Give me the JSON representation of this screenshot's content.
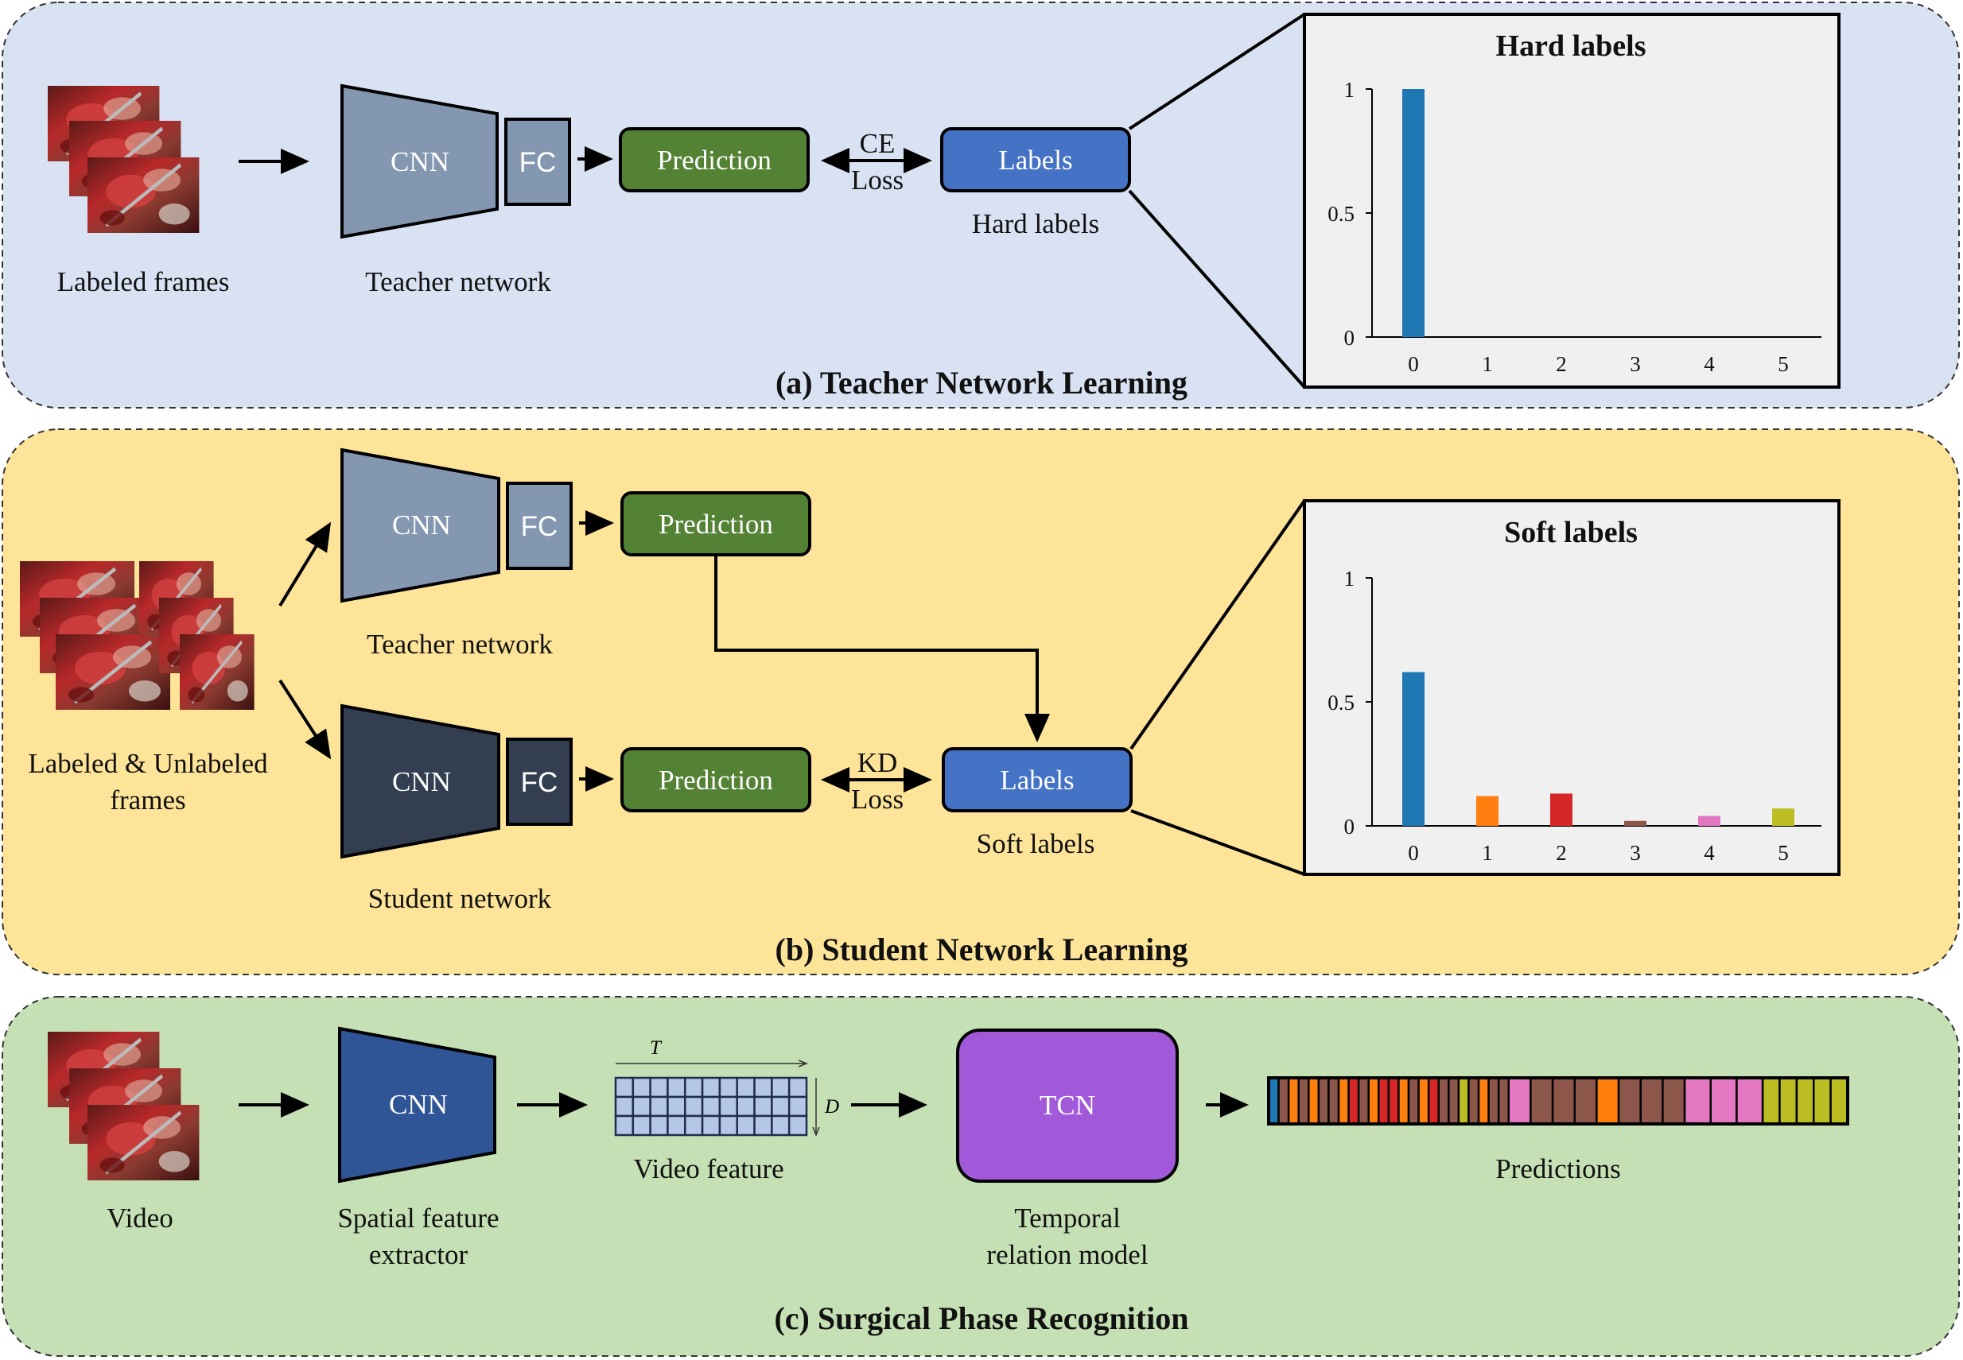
{
  "colors": {
    "panel_a": "#d9e2f3",
    "panel_b": "#fde499",
    "panel_c": "#c5e0b4",
    "teacher_cnn": "#8497b0",
    "student_cnn": "#333f50",
    "spatial_cnn": "#2f5597",
    "prediction": "#548235",
    "labels": "#4472c4",
    "tcn": "#a259d9",
    "feature_cell": "#b4c7e7",
    "classes": [
      "#1f77b4",
      "#ff7f0e",
      "#d62728",
      "#8c564b",
      "#e377c2",
      "#bcbd22"
    ]
  },
  "panel_a": {
    "title": "(a) Teacher Network Learning",
    "frames_label": "Labeled frames",
    "cnn": "CNN",
    "fc": "FC",
    "network_label": "Teacher network",
    "prediction": "Prediction",
    "loss_top": "CE",
    "loss_bottom": "Loss",
    "labels": "Labels",
    "labels_caption": "Hard labels"
  },
  "panel_b": {
    "title": "(b) Student Network Learning",
    "frames_label_line1": "Labeled & Unlabeled",
    "frames_label_line2": "frames",
    "teacher_cnn": "CNN",
    "teacher_fc": "FC",
    "teacher_label": "Teacher network",
    "teacher_prediction": "Prediction",
    "student_cnn": "CNN",
    "student_fc": "FC",
    "student_label": "Student network",
    "student_prediction": "Prediction",
    "loss_top": "KD",
    "loss_bottom": "Loss",
    "labels": "Labels",
    "labels_caption": "Soft labels"
  },
  "panel_c": {
    "title": "(c) Surgical Phase Recognition",
    "video_label": "Video",
    "cnn": "CNN",
    "extractor_line1": "Spatial feature",
    "extractor_line2": "extractor",
    "axis_t": "T",
    "axis_d": "D",
    "feature_label": "Video feature",
    "tcn": "TCN",
    "temporal_line1": "Temporal",
    "temporal_line2": "relation model",
    "predictions_label": "Predictions",
    "prediction_segments": [
      0,
      3,
      1,
      3,
      1,
      3,
      3,
      1,
      2,
      3,
      1,
      2,
      2,
      1,
      3,
      1,
      2,
      3,
      3,
      5,
      3,
      1,
      3,
      3,
      4,
      3,
      3,
      3,
      1,
      3,
      3,
      3,
      4,
      4,
      4,
      5,
      5,
      5,
      5,
      5
    ]
  },
  "chart_data": [
    {
      "type": "bar",
      "title": "Hard labels",
      "categories": [
        "0",
        "1",
        "2",
        "3",
        "4",
        "5"
      ],
      "values": [
        1,
        0,
        0,
        0,
        0,
        0
      ],
      "ylim": [
        0,
        1
      ],
      "yticks": [
        "0",
        "0.5",
        "1"
      ],
      "grid": false
    },
    {
      "type": "bar",
      "title": "Soft labels",
      "categories": [
        "0",
        "1",
        "2",
        "3",
        "4",
        "5"
      ],
      "values": [
        0.62,
        0.12,
        0.13,
        0.02,
        0.04,
        0.07
      ],
      "ylim": [
        0,
        1
      ],
      "yticks": [
        "0",
        "0.5",
        "1"
      ],
      "grid": false
    }
  ]
}
